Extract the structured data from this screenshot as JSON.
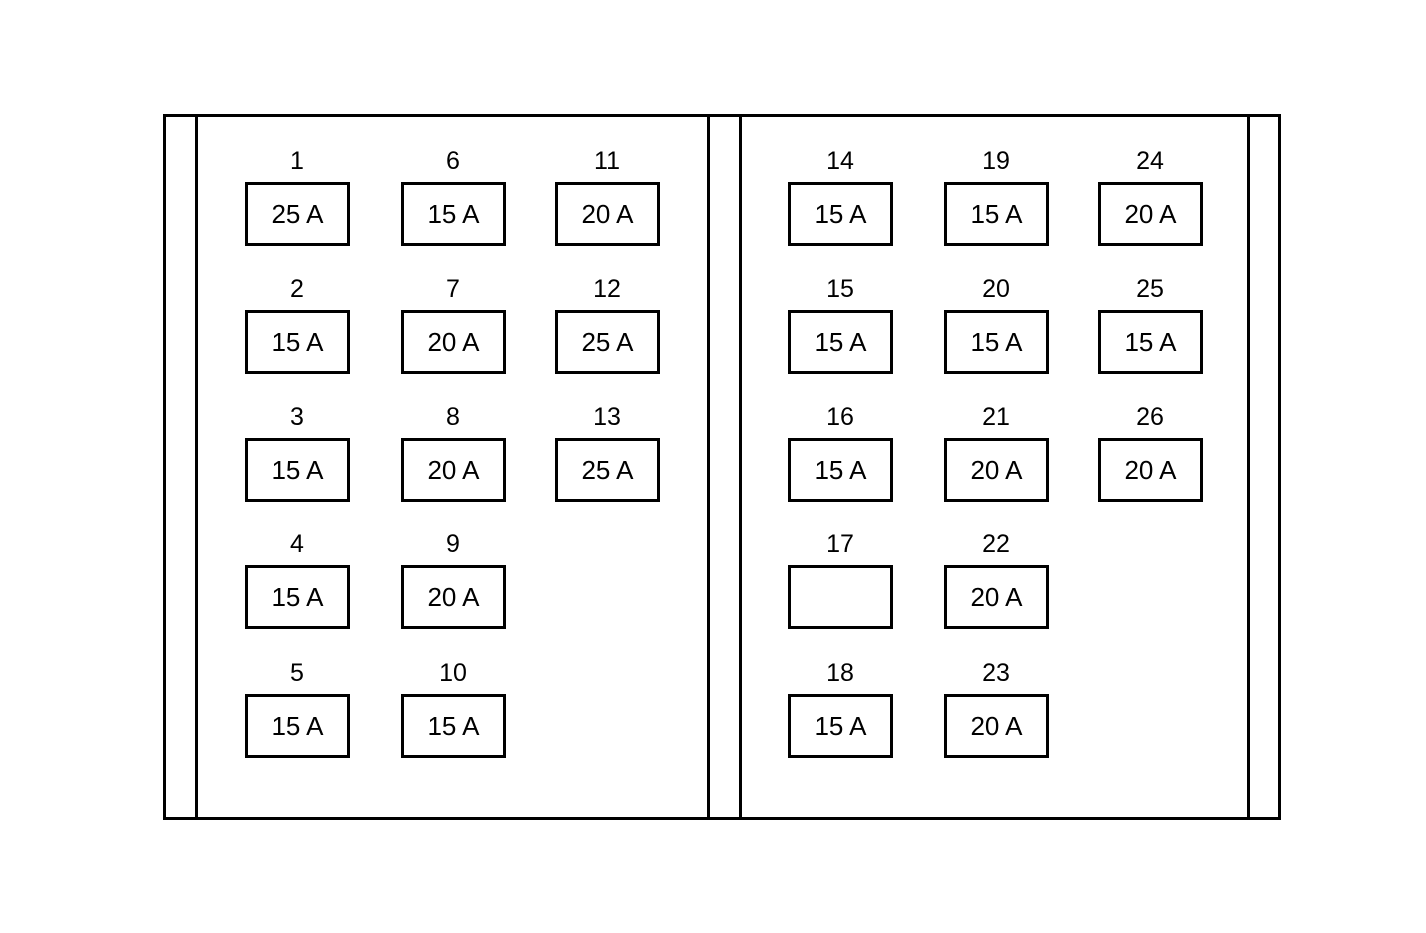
{
  "fuses": [
    {
      "number": "1",
      "rating": "25 A"
    },
    {
      "number": "2",
      "rating": "15 A"
    },
    {
      "number": "3",
      "rating": "15 A"
    },
    {
      "number": "4",
      "rating": "15 A"
    },
    {
      "number": "5",
      "rating": "15 A"
    },
    {
      "number": "6",
      "rating": "15 A"
    },
    {
      "number": "7",
      "rating": "20 A"
    },
    {
      "number": "8",
      "rating": "20 A"
    },
    {
      "number": "9",
      "rating": "20 A"
    },
    {
      "number": "10",
      "rating": "15 A"
    },
    {
      "number": "11",
      "rating": "20 A"
    },
    {
      "number": "12",
      "rating": "25 A"
    },
    {
      "number": "13",
      "rating": "25 A"
    },
    {
      "number": "14",
      "rating": "15 A"
    },
    {
      "number": "15",
      "rating": "15 A"
    },
    {
      "number": "16",
      "rating": "15 A"
    },
    {
      "number": "17",
      "rating": ""
    },
    {
      "number": "18",
      "rating": "15 A"
    },
    {
      "number": "19",
      "rating": "15 A"
    },
    {
      "number": "20",
      "rating": "15 A"
    },
    {
      "number": "21",
      "rating": "20 A"
    },
    {
      "number": "22",
      "rating": "20 A"
    },
    {
      "number": "23",
      "rating": "20 A"
    },
    {
      "number": "24",
      "rating": "20 A"
    },
    {
      "number": "25",
      "rating": "15 A"
    },
    {
      "number": "26",
      "rating": "20 A"
    }
  ]
}
